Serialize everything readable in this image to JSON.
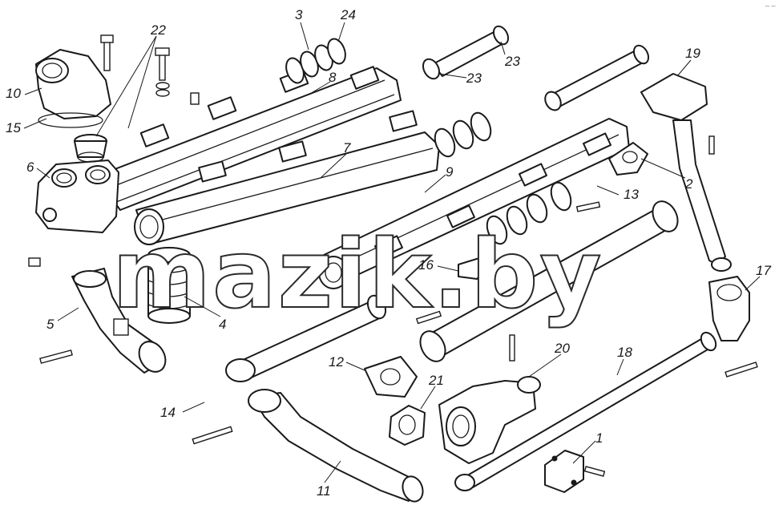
{
  "diagram": {
    "callouts": [
      "1",
      "2",
      "3",
      "4",
      "5",
      "6",
      "7",
      "8",
      "9",
      "10",
      "11",
      "12",
      "13",
      "14",
      "15",
      "16",
      "17",
      "18",
      "19",
      "20",
      "21",
      "22",
      "23",
      "23",
      "24"
    ],
    "watermark": "mazik.by"
  },
  "colors": {
    "ink": "#1a1a1a",
    "paper": "#ffffff"
  }
}
